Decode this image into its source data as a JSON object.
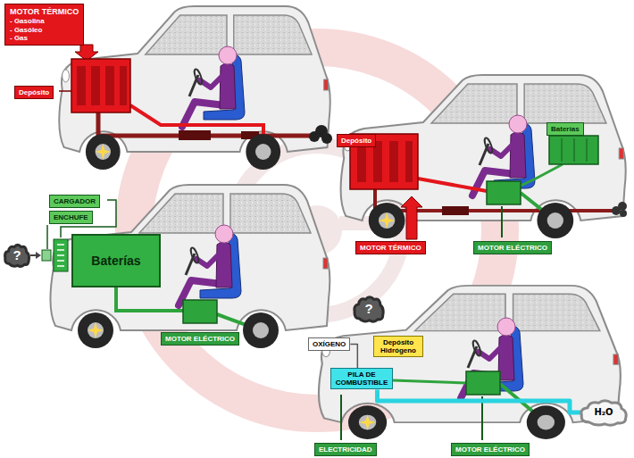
{
  "diagram": {
    "nodes": [
      {
        "text": [
          "MOTOR TÉRMICO",
          "- Gasolina",
          "- Gasóleo",
          "- Gas"
        ]
      },
      {
        "text": [
          "Depósito"
        ]
      },
      {
        "text": [
          "Depósito"
        ]
      },
      {
        "text": [
          "Baterías"
        ]
      },
      {
        "text": [
          "MOTOR TÉRMICO"
        ]
      },
      {
        "text": [
          "MOTOR ELÉCTRICO"
        ]
      },
      {
        "text": [
          "CARGADOR"
        ]
      },
      {
        "text": [
          "ENCHUFE"
        ]
      },
      {
        "text": [
          "?"
        ]
      },
      {
        "text": [
          "Baterías"
        ]
      },
      {
        "text": [
          "MOTOR ELÉCTRICO"
        ]
      },
      {
        "text": [
          "?"
        ]
      },
      {
        "text": [
          "OXÍGENO"
        ]
      },
      {
        "text": [
          "Depósito Hidrógeno"
        ]
      },
      {
        "text": [
          "PILA DE COMBUSTIBLE"
        ]
      },
      {
        "text": [
          "ELECTRICIDAD"
        ]
      },
      {
        "text": [
          "MOTOR ELÉCTRICO"
        ]
      },
      {
        "text": [
          "H₂O"
        ]
      }
    ],
    "edges": [
      {
        "from": 12,
        "to": 14,
        "arrow": "none"
      },
      {
        "from": 14,
        "to": 17,
        "arrow": "none"
      }
    ]
  }
}
